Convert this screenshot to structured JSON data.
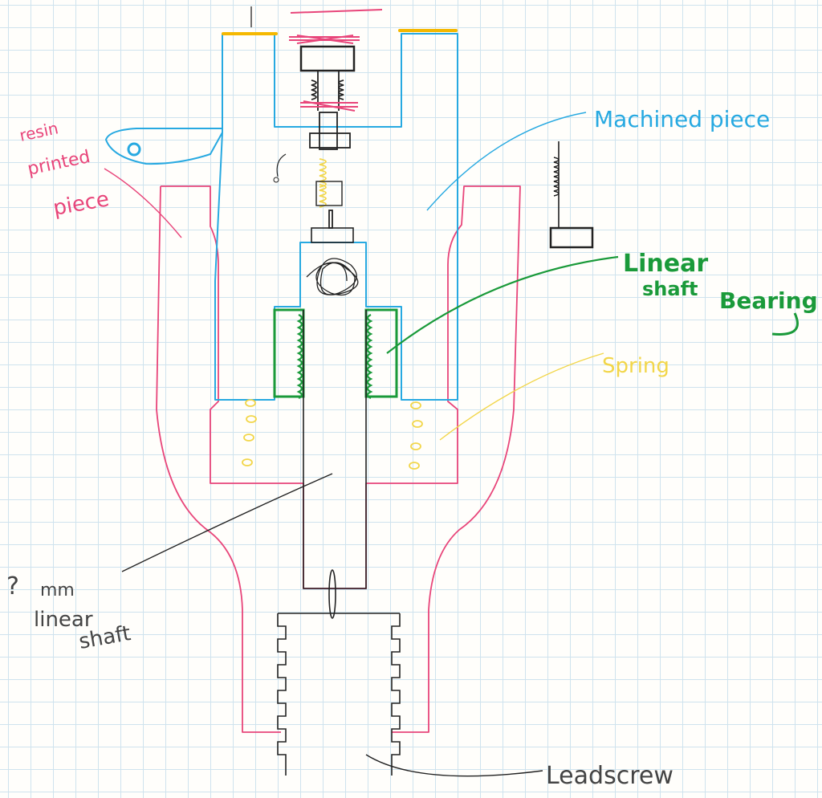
{
  "labels": {
    "resin_line1": "resin",
    "resin_line2": "printed",
    "resin_line3": "piece",
    "machined": "Machined piece",
    "linear_bearing_line1": "Linear",
    "linear_bearing_line2": "shaft",
    "linear_bearing_line3": "Bearing",
    "spring": "Spring",
    "shaft_line1": "?",
    "shaft_line2": "mm",
    "shaft_line3": "linear",
    "shaft_line4": "shaft",
    "leadscrew": "Leadscrew"
  },
  "colors": {
    "machined": "#27a9e1",
    "resin": "#e8457a",
    "bearing": "#1a9a3a",
    "spring": "#f2d64a",
    "ink": "#222222",
    "highlight": "#f5b800"
  }
}
